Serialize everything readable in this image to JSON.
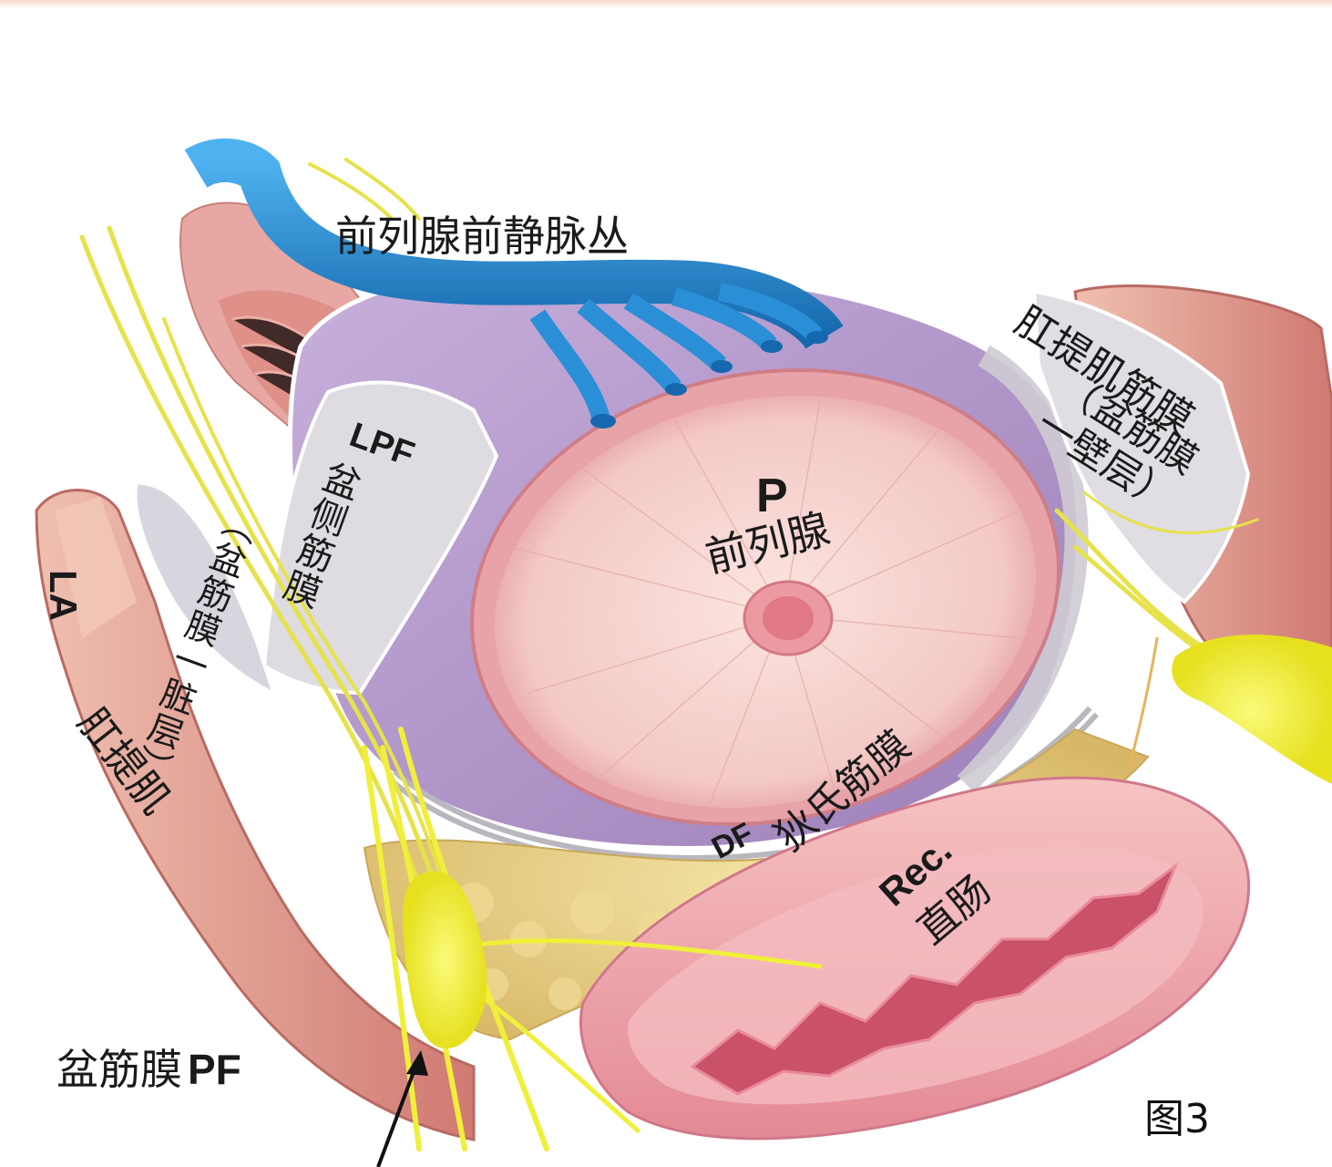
{
  "figure": {
    "caption": "图3",
    "colors": {
      "background": "#ffffff",
      "vein_blue": "#2a8fd6",
      "vein_blue_dark": "#1568ad",
      "fascia_lavender": "#b79ccd",
      "fascia_gray": "#d9d6dc",
      "prostate_pink": "#f3c9c6",
      "prostate_rim": "#e49aa0",
      "muscle_salmon": "#dd8f86",
      "muscle_light": "#efbfb0",
      "fat_yellow": "#e9d489",
      "nerve_yellow": "#f0ef3a",
      "rectum_pink": "#ef9fa6",
      "rectum_lumen": "#c9516a",
      "text": "#1a1a1a"
    }
  },
  "labels": {
    "venous_plexus": "前列腺前静脉丛",
    "prostate_abbr": "P",
    "prostate": "前列腺",
    "lpf_abbr": "LPF",
    "lpf_cn": "盆侧筋膜",
    "lpf_note": "（盆筋膜一脏层）",
    "levator_fascia": "肛提肌筋膜",
    "levator_fascia_note": "（盆筋膜一壁层）",
    "la_abbr": "LA",
    "levator_ani": "肛提肌",
    "df_abbr": "DF",
    "denonvilliers": "狄氏筋膜",
    "rectum_abbr": "Rec.",
    "rectum": "直肠",
    "pelvic_fascia": "盆筋膜",
    "pelvic_fascia_abbr": "PF"
  }
}
